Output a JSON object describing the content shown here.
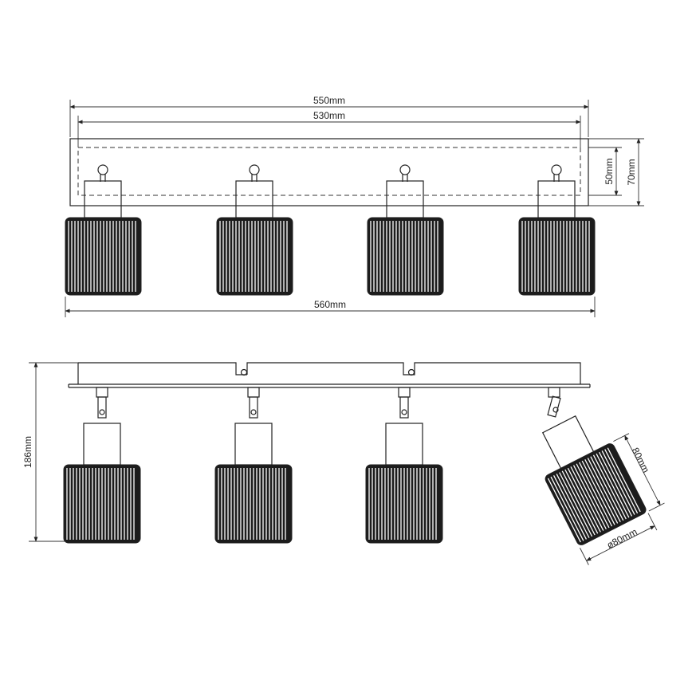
{
  "dimensions": {
    "top_outer_width": "550mm",
    "top_inner_width": "530mm",
    "overall_width": "560mm",
    "plate_inner_depth": "50mm",
    "plate_outer_depth": "70mm",
    "overall_height": "186mm",
    "shade_height": "80mm",
    "shade_diameter": "ø80mm"
  },
  "colors": {
    "line": "#222222",
    "shade": "#1c1c1c",
    "background": "#ffffff"
  }
}
